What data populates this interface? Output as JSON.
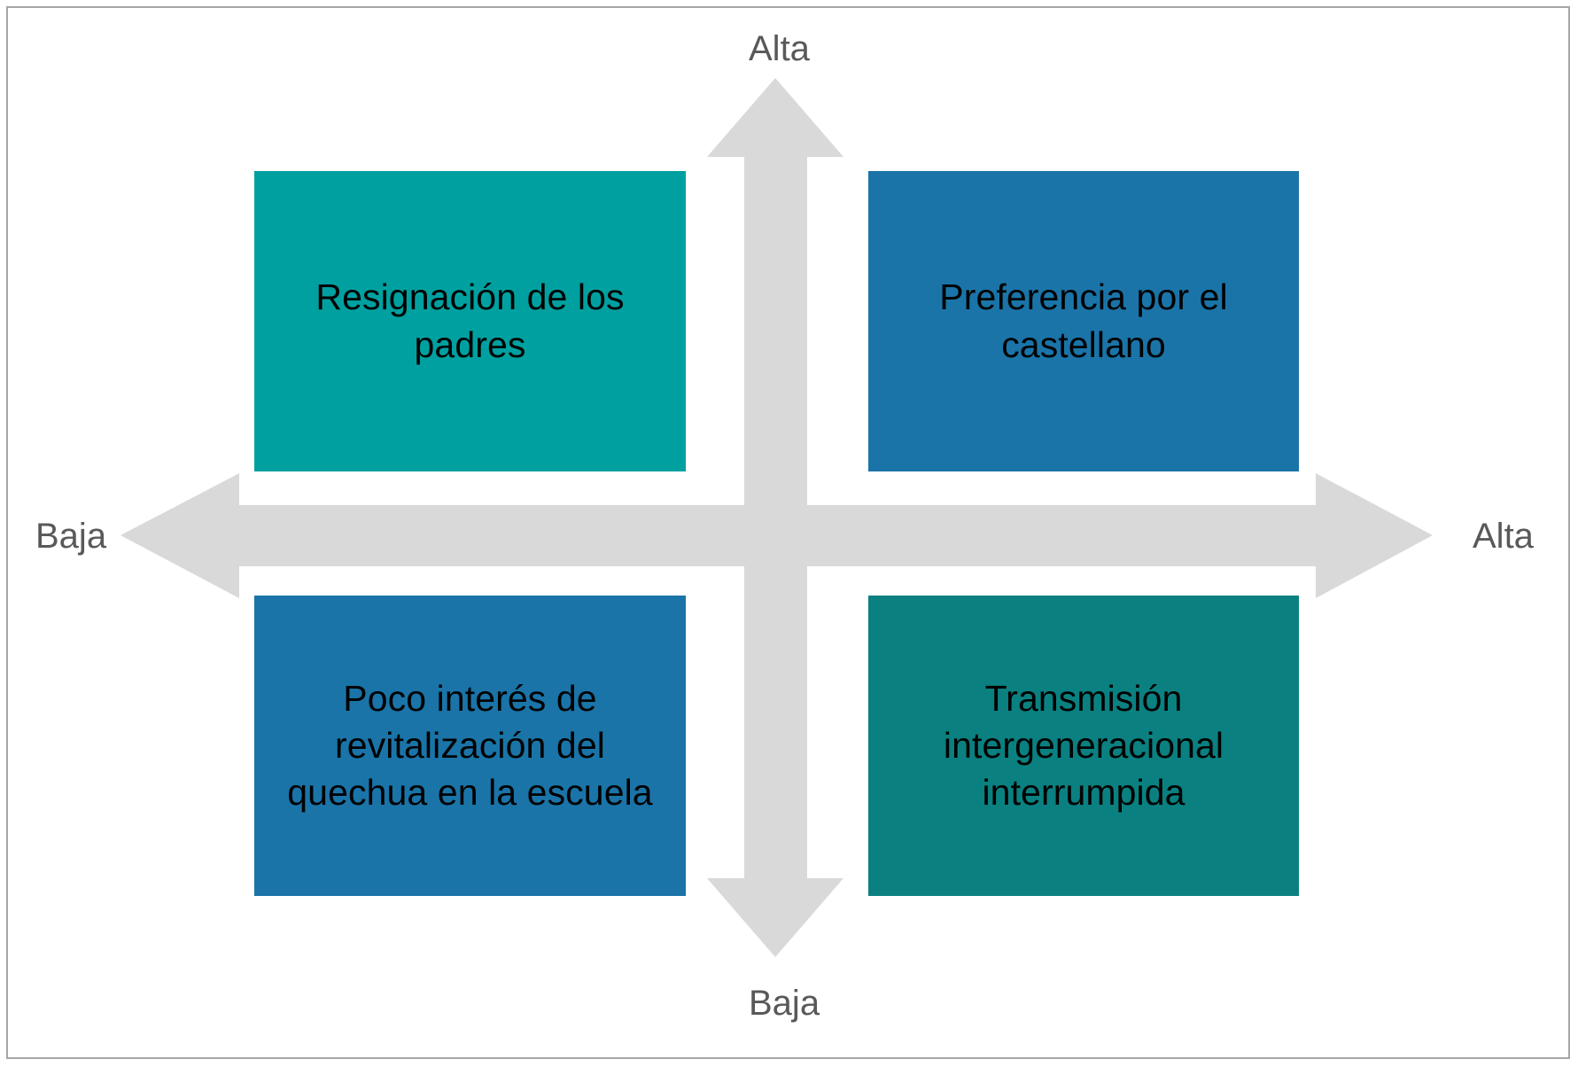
{
  "diagram": {
    "type": "2x2-quadrant-matrix",
    "background_color": "#ffffff",
    "border_color": "#a6a6a6",
    "arrow_color": "#d9d9d9",
    "axis_label_color": "#595959",
    "quadrant_text_color": "#000000"
  },
  "axes": {
    "vertical": {
      "top_label": "Alta",
      "bottom_label": "Baja"
    },
    "horizontal": {
      "left_label": "Baja",
      "right_label": "Alta"
    }
  },
  "quadrants": [
    {
      "position": "top-left",
      "label": "Resignación de los padres",
      "color": "#00a0a0"
    },
    {
      "position": "top-right",
      "label": "Preferencia por el castellano",
      "color": "#1a74a8"
    },
    {
      "position": "bottom-left",
      "label": "Poco interés de revitalización del quechua en la escuela",
      "color": "#1a74a8"
    },
    {
      "position": "bottom-right",
      "label": "Transmisión intergeneracional interrumpida",
      "color": "#0b8080"
    }
  ],
  "icons": {
    "arrow_up": "arrow-up-icon",
    "arrow_down": "arrow-down-icon",
    "arrow_left": "arrow-left-icon",
    "arrow_right": "arrow-right-icon"
  }
}
